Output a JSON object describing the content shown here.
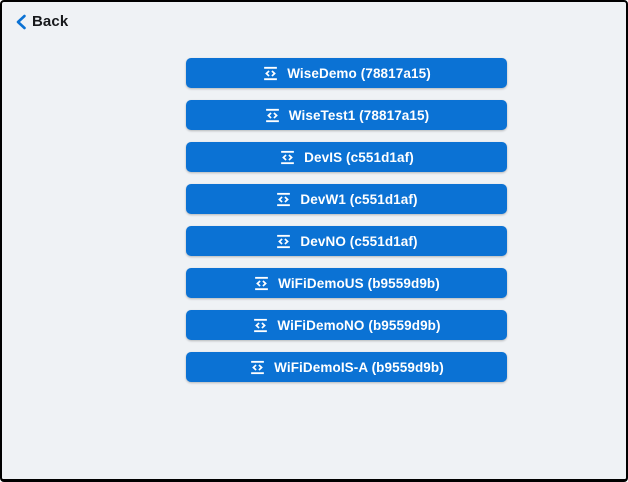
{
  "colors": {
    "accent": "#0b72d4",
    "background": "#eff2f5",
    "frame_border": "#000000",
    "button_text": "#ffffff"
  },
  "header": {
    "back_label": "Back",
    "back_icon": "chevron-left-icon"
  },
  "buttons": {
    "icon": "code-icon",
    "items": [
      {
        "label": "WiseDemo (78817a15)"
      },
      {
        "label": "WiseTest1 (78817a15)"
      },
      {
        "label": "DevIS (c551d1af)"
      },
      {
        "label": "DevW1 (c551d1af)"
      },
      {
        "label": "DevNO (c551d1af)"
      },
      {
        "label": "WiFiDemoUS (b9559d9b)"
      },
      {
        "label": "WiFiDemoNO (b9559d9b)"
      },
      {
        "label": "WiFiDemoIS-A (b9559d9b)"
      }
    ]
  }
}
